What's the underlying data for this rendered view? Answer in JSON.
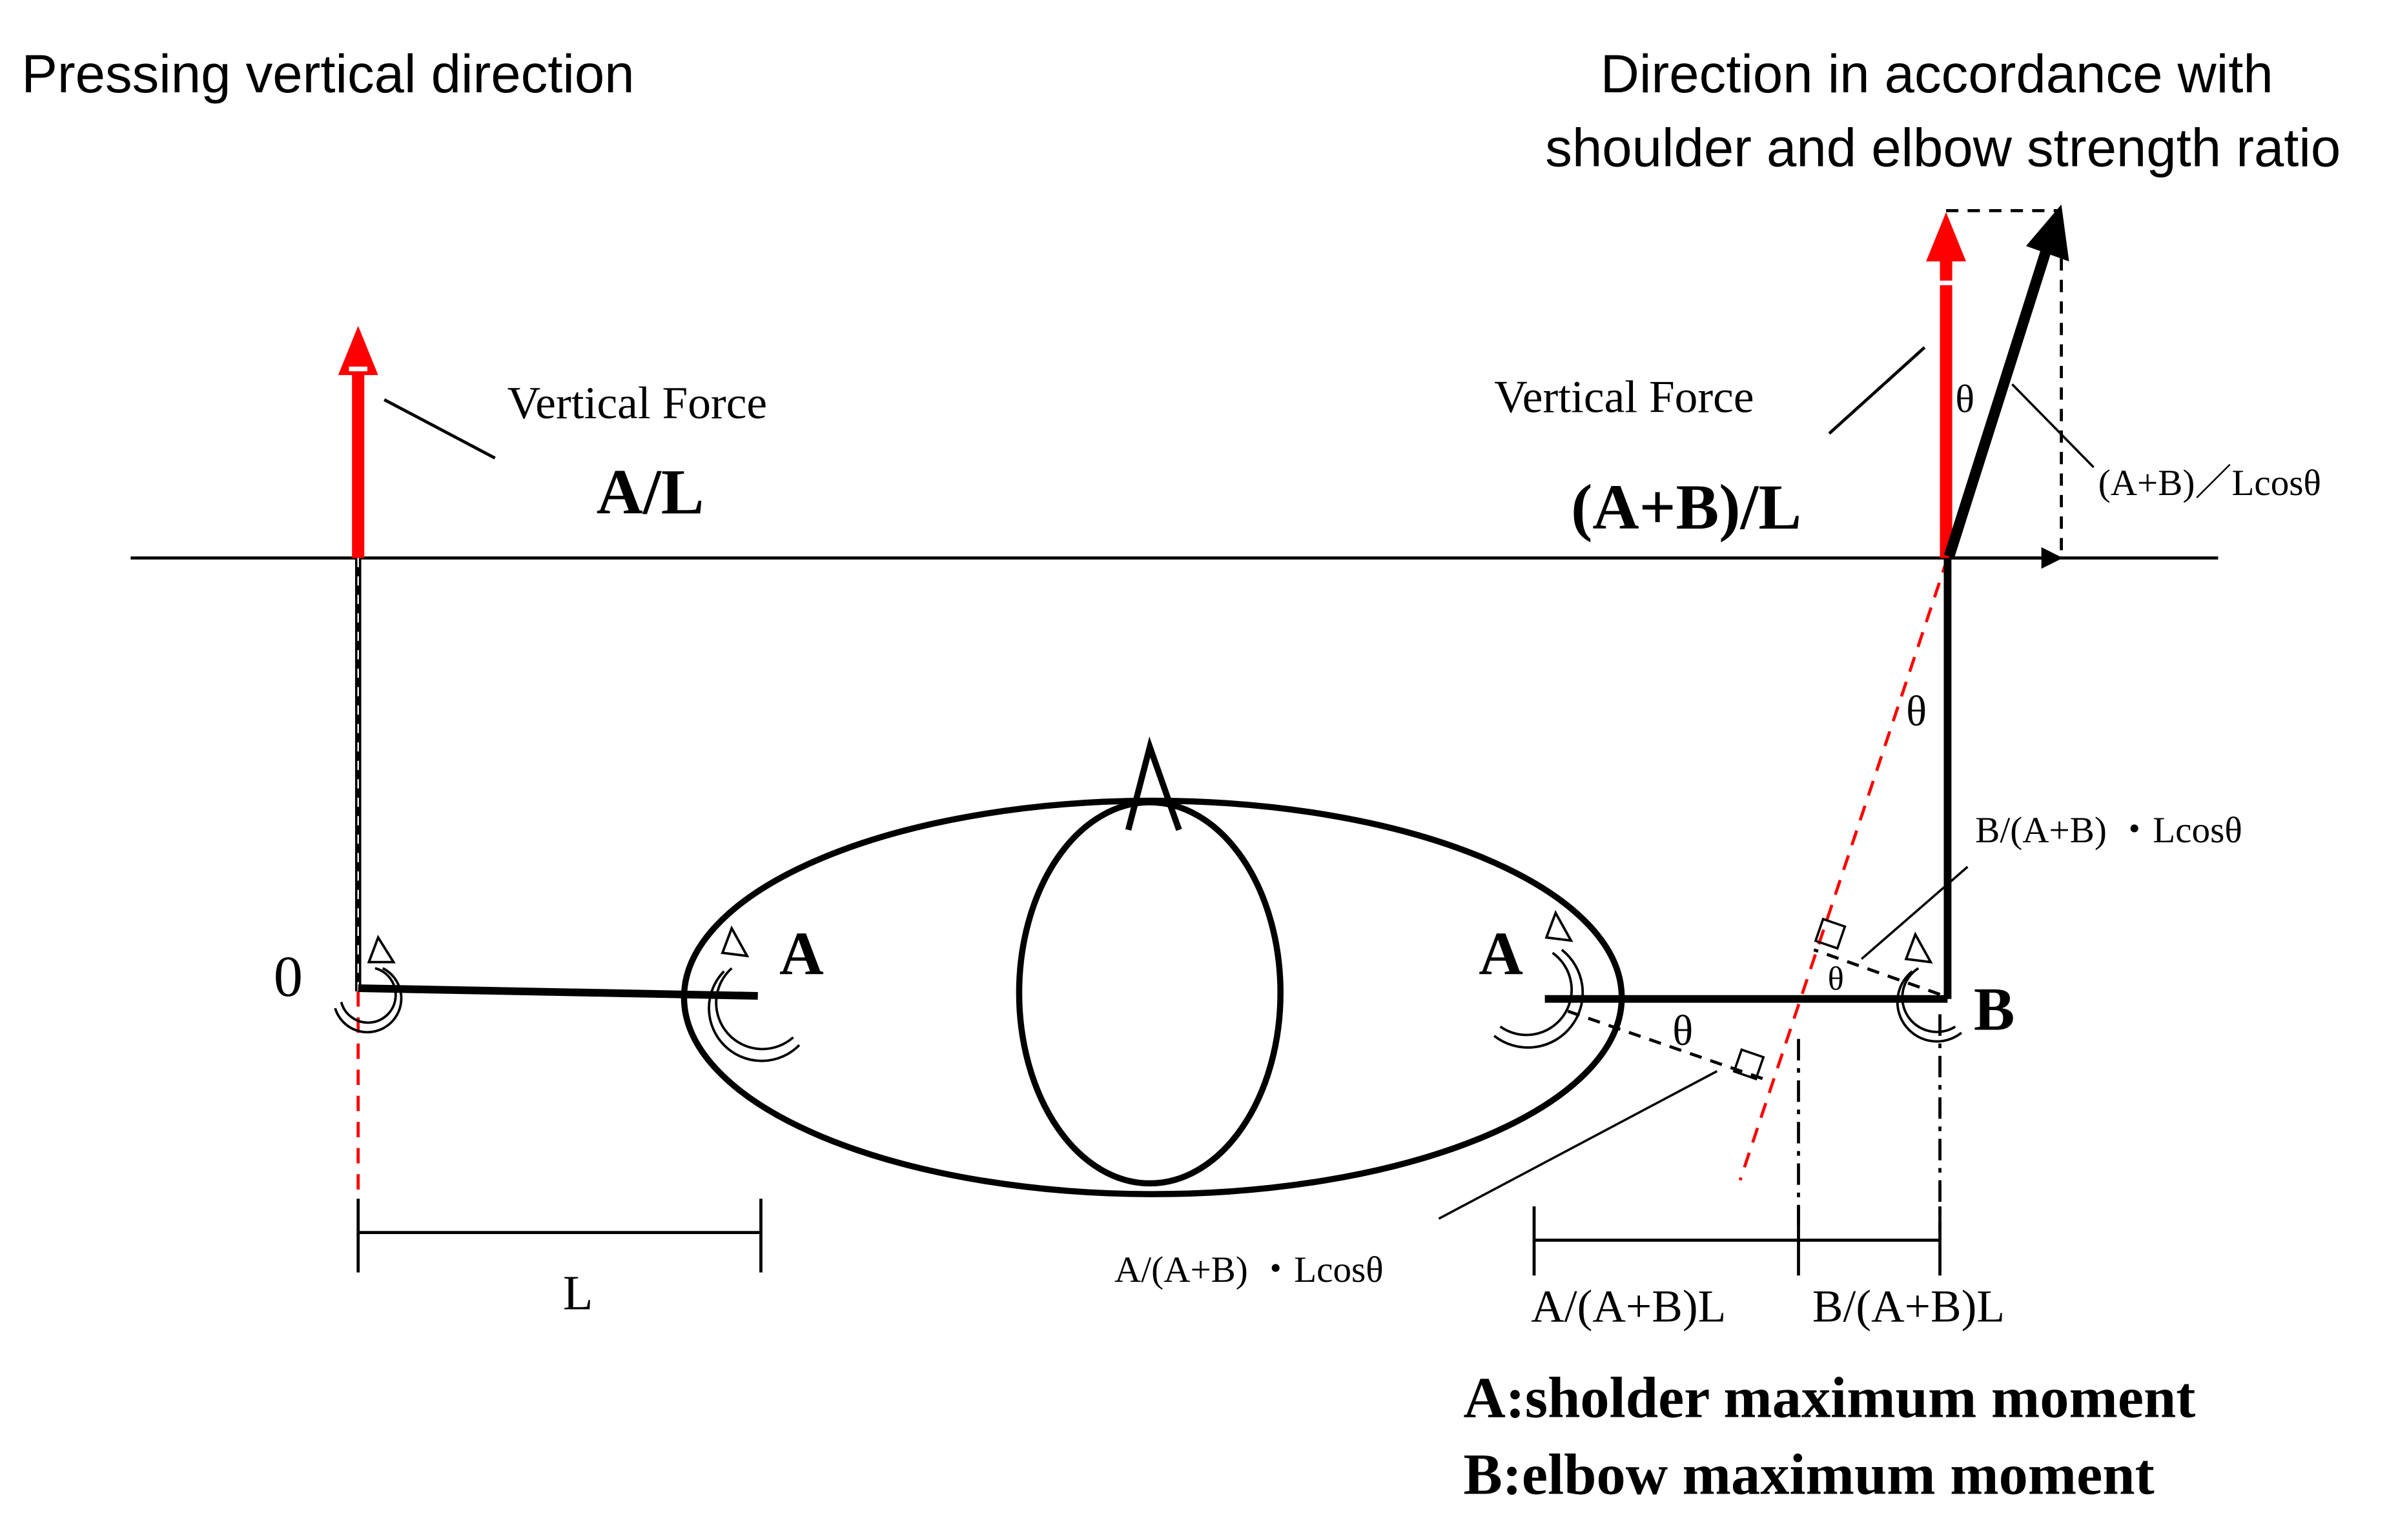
{
  "titles": {
    "left": "Pressing vertical direction",
    "right_line1": "Direction in accordance with",
    "right_line2": "shoulder and elbow strength ratio"
  },
  "left_diagram": {
    "force_label": "Vertical Force",
    "force_value": "A/L",
    "origin_label": "0",
    "joint_label": "A",
    "length_label": "L"
  },
  "right_diagram": {
    "force_label": "Vertical Force",
    "force_value": "(A+B)/L",
    "resultant_label": "(A+B)／Lcosθ",
    "theta": "θ",
    "shoulder_label": "A",
    "elbow_label": "B",
    "elbow_arm_label": "B/(A+B) ・Lcosθ",
    "shoulder_arm_label": "A/(A+B) ・Lcosθ",
    "dim_shoulder_label": "A/(A+B)L",
    "dim_elbow_label": "B/(A+B)L"
  },
  "legend": {
    "line_a": "A:sholder maximum moment",
    "line_b": "B:elbow maximum moment"
  },
  "colors": {
    "force_arrow": "#ff0000",
    "stroke": "#000000",
    "background": "#ffffff"
  }
}
